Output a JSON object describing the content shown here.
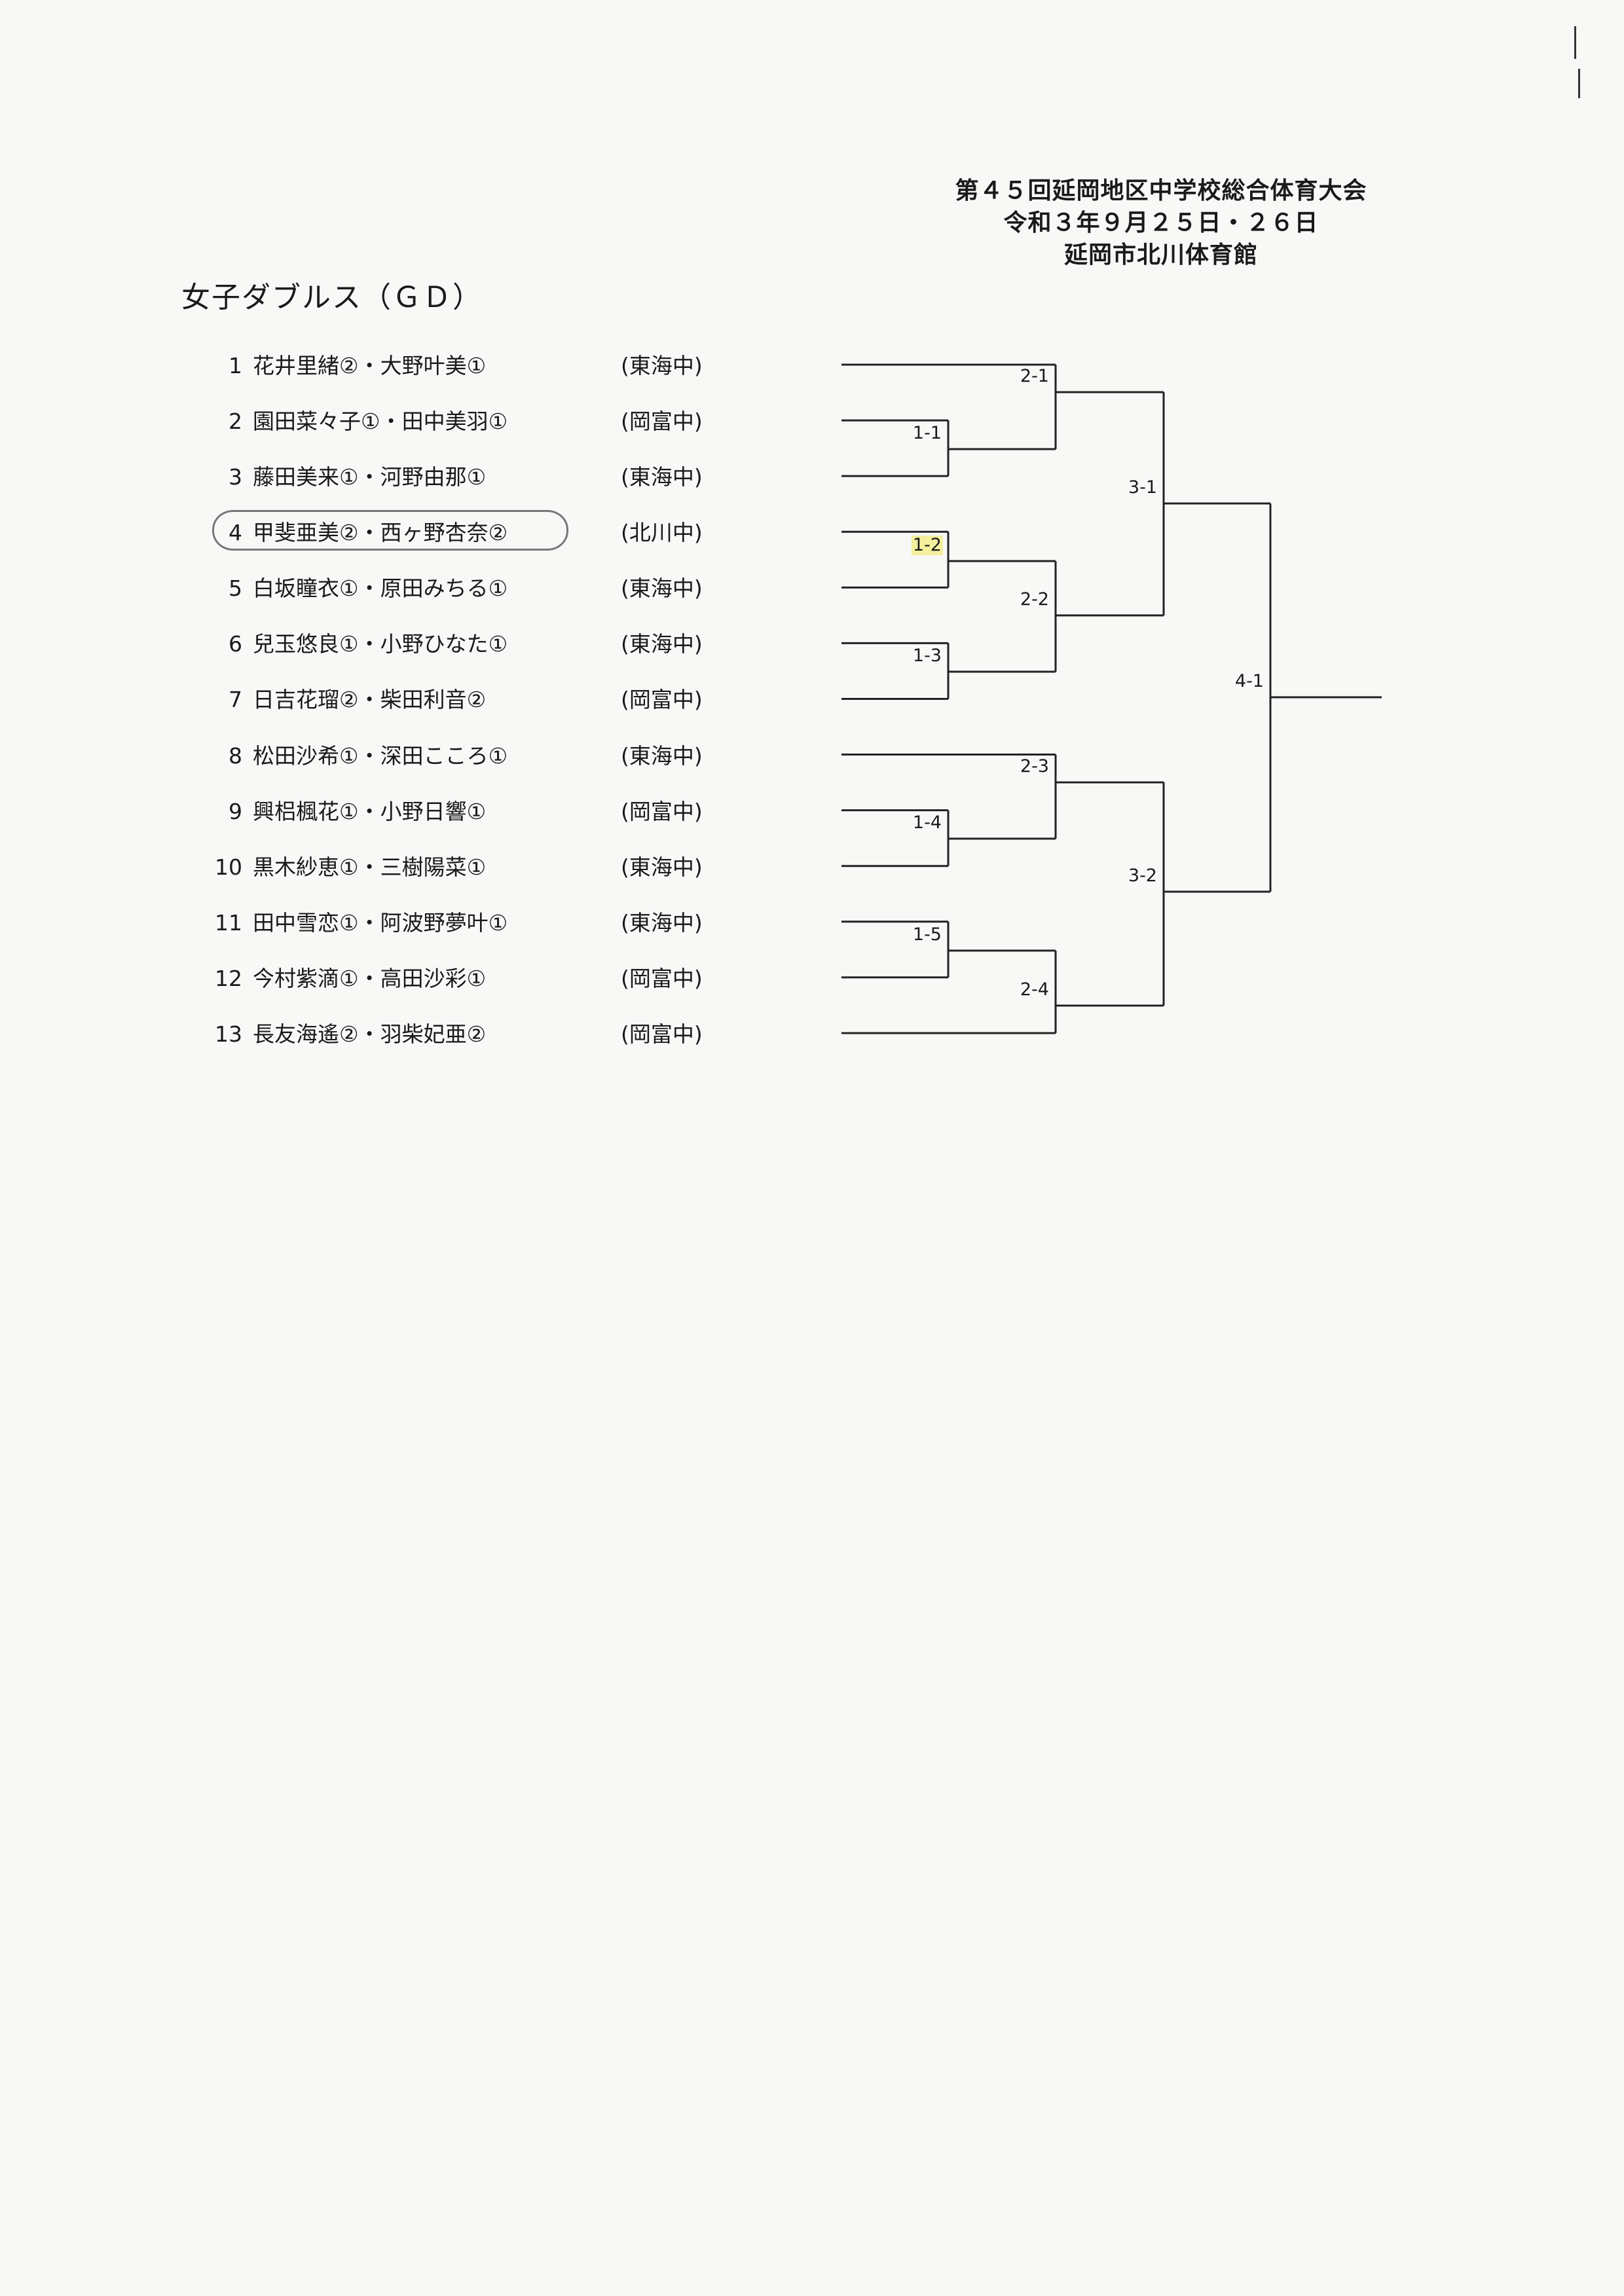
{
  "header": {
    "event": "第４５回延岡地区中学校総合体育大会",
    "dates": "令和３年９月２５日・２６日",
    "venue": "延岡市北川体育館"
  },
  "title": "女子ダブルス（ＧＤ）",
  "entries": [
    {
      "no": "1",
      "players": "花井里緒②・大野叶美①",
      "school": "(東海中)"
    },
    {
      "no": "2",
      "players": "園田菜々子①・田中美羽①",
      "school": "(岡富中)"
    },
    {
      "no": "3",
      "players": "藤田美来①・河野由那①",
      "school": "(東海中)"
    },
    {
      "no": "4",
      "players": "甲斐亜美②・西ヶ野杏奈②",
      "school": "(北川中)"
    },
    {
      "no": "5",
      "players": "白坂瞳衣①・原田みちる①",
      "school": "(東海中)"
    },
    {
      "no": "6",
      "players": "兒玉悠良①・小野ひなた①",
      "school": "(東海中)"
    },
    {
      "no": "7",
      "players": "日吉花瑠②・柴田利音②",
      "school": "(岡富中)"
    },
    {
      "no": "8",
      "players": "松田沙希①・深田こころ①",
      "school": "(東海中)"
    },
    {
      "no": "9",
      "players": "興梠楓花①・小野日響①",
      "school": "(岡富中)"
    },
    {
      "no": "10",
      "players": "黒木紗恵①・三樹陽菜①",
      "school": "(東海中)"
    },
    {
      "no": "11",
      "players": "田中雪恋①・阿波野夢叶①",
      "school": "(東海中)"
    },
    {
      "no": "12",
      "players": "今村紫滴①・高田沙彩①",
      "school": "(岡富中)"
    },
    {
      "no": "13",
      "players": "長友海遙②・羽柴妃亜②",
      "school": "(岡富中)"
    }
  ],
  "circled_entry": "4",
  "bracket": {
    "matches": [
      {
        "label": "1-1"
      },
      {
        "label": "1-2"
      },
      {
        "label": "1-3"
      },
      {
        "label": "1-4"
      },
      {
        "label": "1-5"
      },
      {
        "label": "2-1"
      },
      {
        "label": "2-2"
      },
      {
        "label": "2-3"
      },
      {
        "label": "2-4"
      },
      {
        "label": "3-1"
      },
      {
        "label": "3-2"
      },
      {
        "label": "4-1"
      }
    ],
    "highlighted_match": "1-2",
    "highlight_color": "#f3ef9c"
  }
}
